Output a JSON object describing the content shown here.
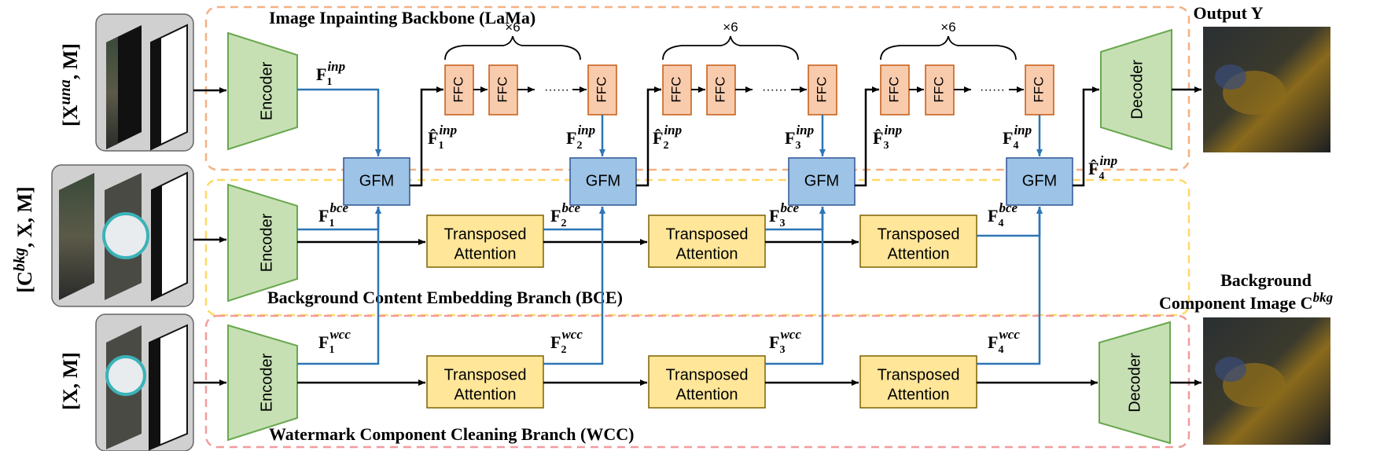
{
  "sections": {
    "lama": "Image Inpainting Backbone (LaMa)",
    "bce": "Background Content Embedding Branch (BCE)",
    "wcc": "Watermark Component Cleaning Branch (WCC)"
  },
  "outputs": {
    "output_y": "Output Y",
    "bg_line1": "Background",
    "bg_line2": "Component Image C",
    "bg_sup": "bkg"
  },
  "inputs": {
    "row1": {
      "base": "[X",
      "sup": "una",
      "rest": ", M]"
    },
    "row2": {
      "base": "[C",
      "sup": "bkg",
      "rest": ", X, M]"
    },
    "row3": {
      "base": "[X, M]",
      "sup": "",
      "rest": ""
    }
  },
  "blocks": {
    "encoder": "Encoder",
    "decoder": "Decoder",
    "gfm": "GFM",
    "ffc": "FFC",
    "ta_line1": "Transposed",
    "ta_line2": "Attention",
    "repeat": "×6",
    "dots": "······"
  },
  "features": {
    "inp": "inp",
    "bce": "bce",
    "wcc": "wcc",
    "F": "F"
  },
  "colors": {
    "encoder_fill": "#c6e0b4",
    "encoder_stroke": "#6aa84f",
    "gfm_fill": "#9dc3e6",
    "gfm_stroke": "#2f5597",
    "ffc_fill": "#f8cbad",
    "ffc_stroke": "#c55a11",
    "ta_fill": "#ffe699",
    "ta_stroke": "#7f6000",
    "lama_border": "#f4b183",
    "bce_border": "#ffd966",
    "wcc_border": "#f19c9c",
    "blue_arrow": "#2e75b6",
    "input_panel": "#d0d0d0"
  }
}
